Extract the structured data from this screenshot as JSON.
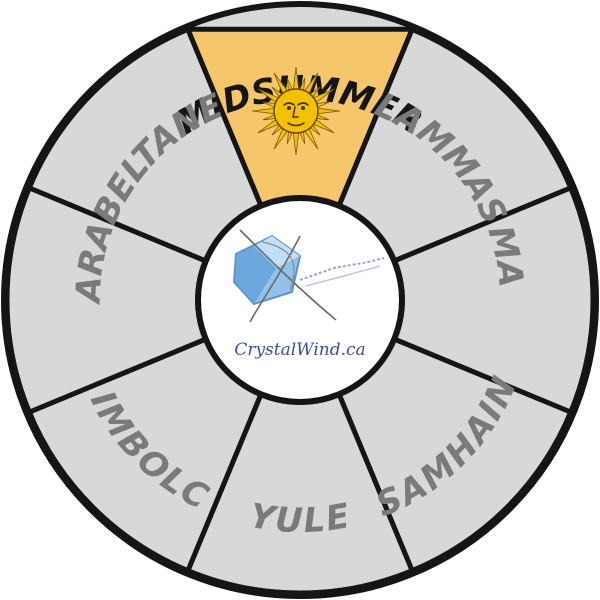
{
  "wheel": {
    "segments": [
      {
        "label": "MIDSUMMER",
        "highlighted": true
      },
      {
        "label": "LAMMAS",
        "highlighted": false
      },
      {
        "label": "MABON",
        "highlighted": false
      },
      {
        "label": "SAMHAIN",
        "highlighted": false
      },
      {
        "label": "YULE",
        "highlighted": false
      },
      {
        "label": "IMBOLC",
        "highlighted": false
      },
      {
        "label": "OSTARA",
        "highlighted": false
      },
      {
        "label": "BELTANE",
        "highlighted": false
      }
    ],
    "colors": {
      "segment_fill": "#d8d8d8",
      "highlight_fill": "#f5c66a",
      "border": "#151515",
      "label": "#7a7a7a",
      "highlight_label": "#151515",
      "hub_fill": "#ffffff",
      "sun": "#f2c200"
    },
    "center_logo": {
      "text": "CrystalWind.ca",
      "text_color": "#3a4fa0",
      "crystal_color": "#7fb7e6"
    },
    "highlight_icon": "sun-face-icon"
  }
}
